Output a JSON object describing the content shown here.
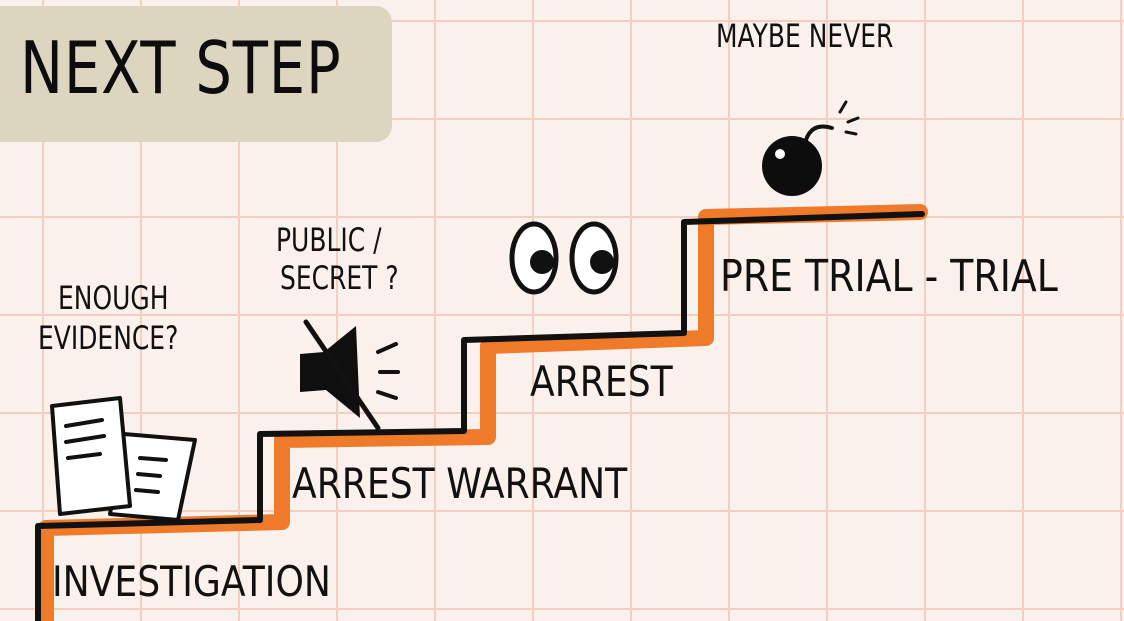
{
  "title": "NEXT STEP",
  "labels": {
    "maybe_never": "MAYBE NEVER",
    "public_secret_line1": "PUBLIC /",
    "public_secret_line2": "SECRET ?",
    "enough_evidence_line1": "ENOUGH",
    "enough_evidence_line2": "EVIDENCE?"
  },
  "steps": [
    {
      "label": "INVESTIGATION"
    },
    {
      "label": "ARREST WARRANT"
    },
    {
      "label": "ARREST"
    },
    {
      "label": "PRE TRIAL - TRIAL"
    }
  ],
  "icons": [
    "documents-icon",
    "muted-speaker-icon",
    "eyes-icon",
    "bomb-icon"
  ],
  "colors": {
    "background": "#fbf1ec",
    "grid": "#f2cfc1",
    "title_box": "#dcd6c0",
    "stair_orange": "#ee7a2a",
    "ink": "#111111"
  }
}
